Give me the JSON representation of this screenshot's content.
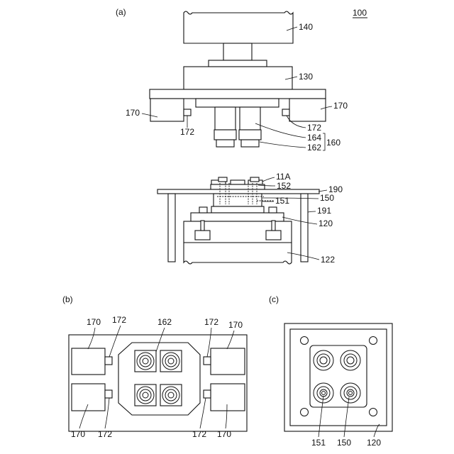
{
  "figure_labels": {
    "a": "(a)",
    "b": "(b)",
    "c": "(c)"
  },
  "assembly_label": "100",
  "view_a": {
    "head": "140",
    "block": "130",
    "jig_left": "170",
    "jig_right": "170",
    "pin_left": "172",
    "pin_right": "172",
    "tip_body": "164",
    "tip_end": "162",
    "tip_group": "160",
    "chip": "11A",
    "via_top": "152",
    "plate": "190",
    "via": "150",
    "via_lower": "151",
    "post": "191",
    "base": "120",
    "stage": "122"
  },
  "view_b": {
    "jig_top_left": "170",
    "pin_top_left": "172",
    "tips": "162",
    "pin_top_right": "172",
    "jig_top_right": "170",
    "jig_bottom_left": "170",
    "pin_bottom_left": "172",
    "pin_bottom_right": "172",
    "jig_bottom_right": "170"
  },
  "view_c": {
    "via_lower": "151",
    "via": "150",
    "base": "120"
  }
}
